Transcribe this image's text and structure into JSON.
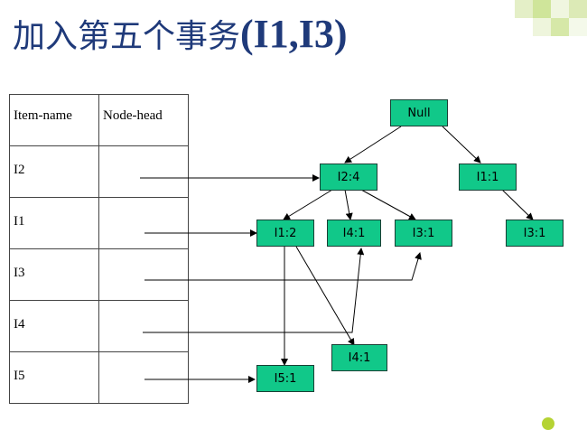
{
  "slide": {
    "title_main": "加入第五个事务",
    "title_paren": "(I1,I3)"
  },
  "header_table": {
    "columns": [
      "Item-name",
      "Node-head"
    ],
    "rows": [
      "I2",
      "I1",
      "I3",
      "I4",
      "I5"
    ]
  },
  "tree": {
    "root": "Null",
    "i2_4": "I2:4",
    "i1_1": "I1:1",
    "i1_2": "I1:2",
    "i4_1_a": "I4:1",
    "i3_1_a": "I3:1",
    "i3_1_b": "I3:1",
    "i4_1_b": "I4:1",
    "i5_1": "I5:1"
  },
  "colors": {
    "node_fill": "#11c889",
    "title": "#1f3a7a"
  }
}
